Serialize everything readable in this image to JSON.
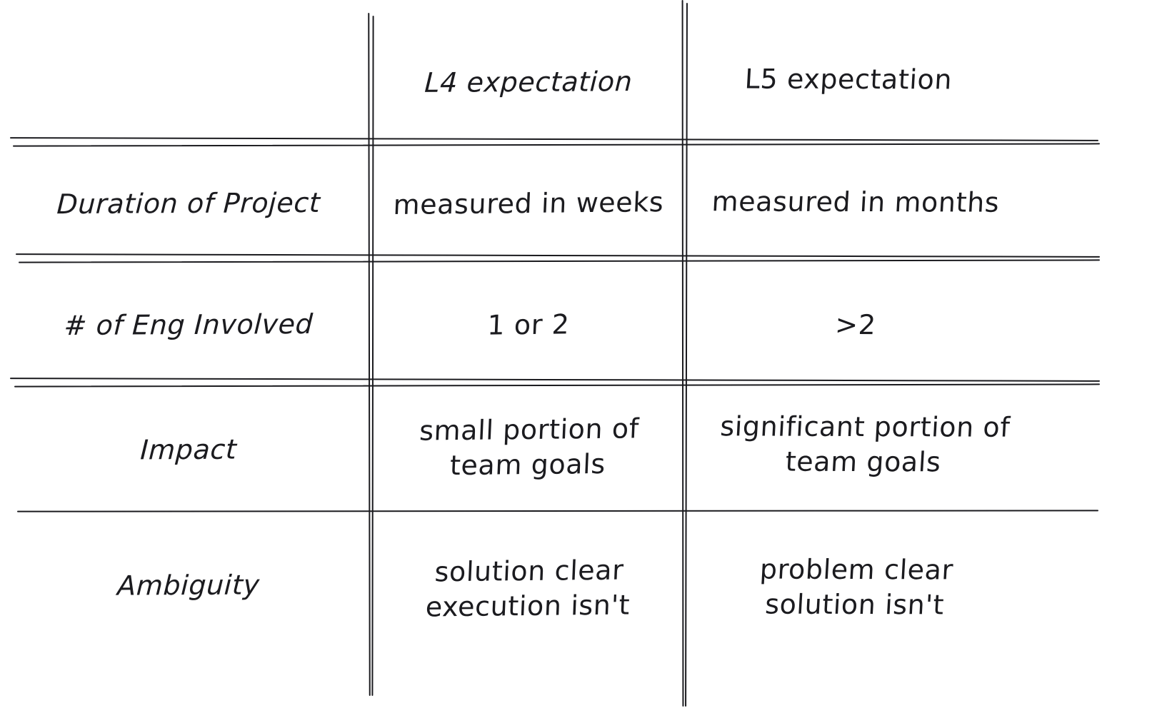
{
  "figure": {
    "type": "table",
    "background_color": "#ffffff",
    "ink_color": "#1b1b1f",
    "style": "hand-drawn sketch"
  },
  "table": {
    "corner_label": "",
    "columns": [
      {
        "key": "row_label",
        "header": ""
      },
      {
        "key": "l4",
        "header": "L4 expectation"
      },
      {
        "key": "l5",
        "header": "L5 expectation"
      }
    ],
    "rows": [
      {
        "label": "Duration of Project",
        "l4": "measured in weeks",
        "l5": "measured in months"
      },
      {
        "label": "# of Eng Involved",
        "l4": "1 or 2",
        "l5": ">2"
      },
      {
        "label": "Impact",
        "l4": "small portion of\nteam goals",
        "l5": "significant portion of\nteam goals"
      },
      {
        "label": "Ambiguity",
        "l4": "solution clear\nexecution isn't",
        "l5": "problem clear\nsolution isn't"
      }
    ]
  }
}
